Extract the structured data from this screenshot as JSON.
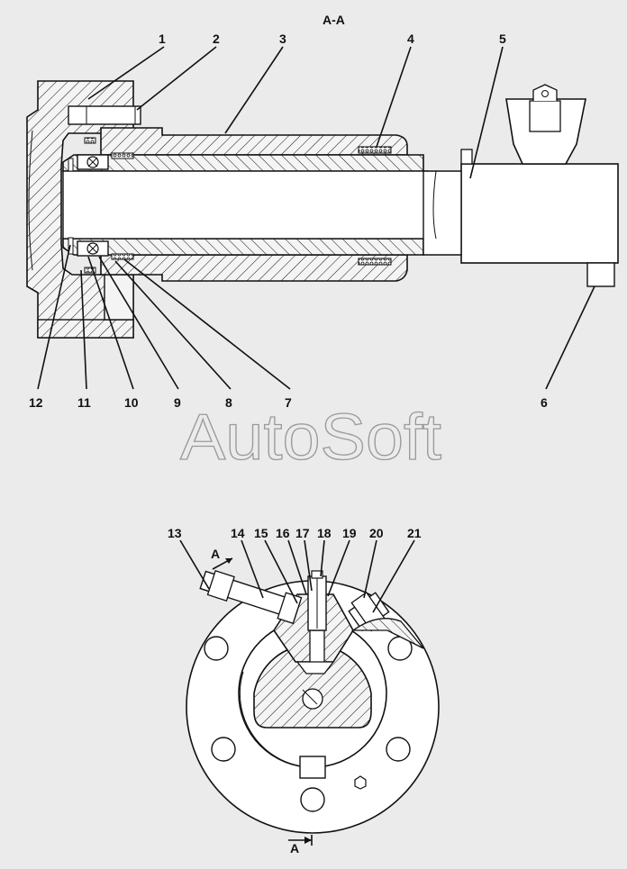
{
  "section_label": "А-А",
  "watermark": "AutoSoft",
  "top_callouts": [
    "1",
    "2",
    "3",
    "4",
    "5",
    "6",
    "7",
    "8",
    "9",
    "10",
    "11",
    "12"
  ],
  "bottom_callouts": [
    "13",
    "14",
    "15",
    "16",
    "17",
    "18",
    "19",
    "20",
    "21"
  ],
  "section_mark_a": "А",
  "section_mark_b": "А"
}
